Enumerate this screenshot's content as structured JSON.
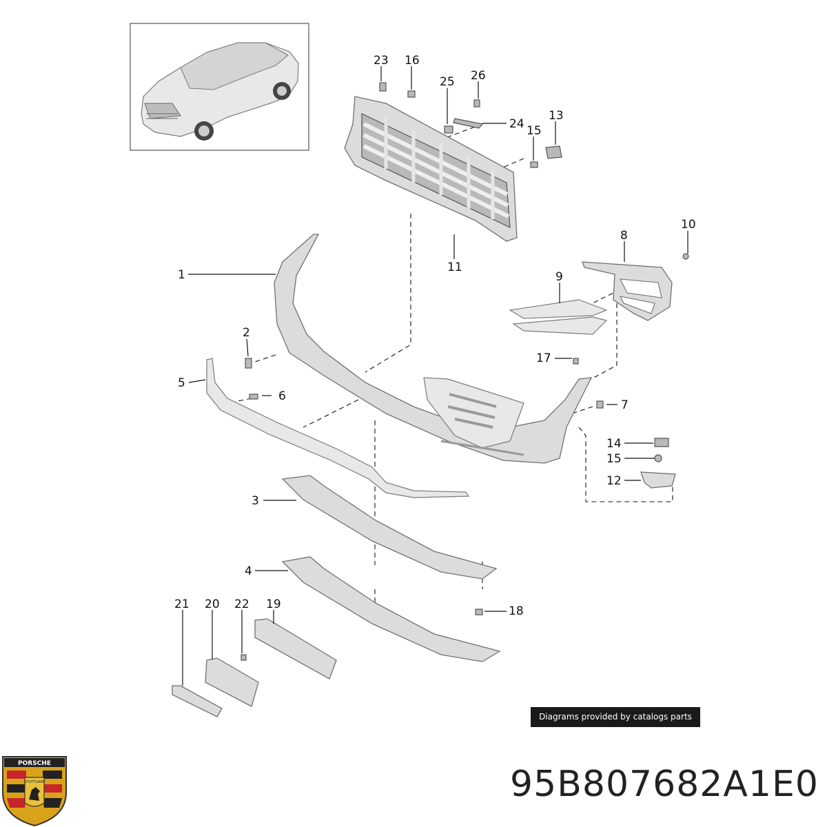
{
  "callouts": [
    {
      "id": "1",
      "text": "1"
    },
    {
      "id": "2",
      "text": "2"
    },
    {
      "id": "3",
      "text": "3"
    },
    {
      "id": "4",
      "text": "4"
    },
    {
      "id": "5",
      "text": "5"
    },
    {
      "id": "6",
      "text": "6"
    },
    {
      "id": "7",
      "text": "7"
    },
    {
      "id": "8",
      "text": "8"
    },
    {
      "id": "9",
      "text": "9"
    },
    {
      "id": "10",
      "text": "10"
    },
    {
      "id": "11",
      "text": "11"
    },
    {
      "id": "12",
      "text": "12"
    },
    {
      "id": "13",
      "text": "13"
    },
    {
      "id": "14",
      "text": "14"
    },
    {
      "id": "15a",
      "text": "15"
    },
    {
      "id": "15b",
      "text": "15"
    },
    {
      "id": "16",
      "text": "16"
    },
    {
      "id": "17",
      "text": "17"
    },
    {
      "id": "18",
      "text": "18"
    },
    {
      "id": "19",
      "text": "19"
    },
    {
      "id": "20",
      "text": "20"
    },
    {
      "id": "21",
      "text": "21"
    },
    {
      "id": "22",
      "text": "22"
    },
    {
      "id": "23",
      "text": "23"
    },
    {
      "id": "24",
      "text": "24"
    },
    {
      "id": "25",
      "text": "25"
    },
    {
      "id": "26",
      "text": "26"
    }
  ],
  "credit": "Diagrams provided by catalogs parts",
  "part_number": "95B807682A1E0",
  "logo": {
    "icon": "porsche-crest-icon",
    "text": "PORSCHE",
    "subtext": "STUTTGART"
  },
  "colors": {
    "part_fill": "#dcdcdc",
    "outline": "#6f6f6f",
    "credit_bg": "#1a1a1a"
  }
}
